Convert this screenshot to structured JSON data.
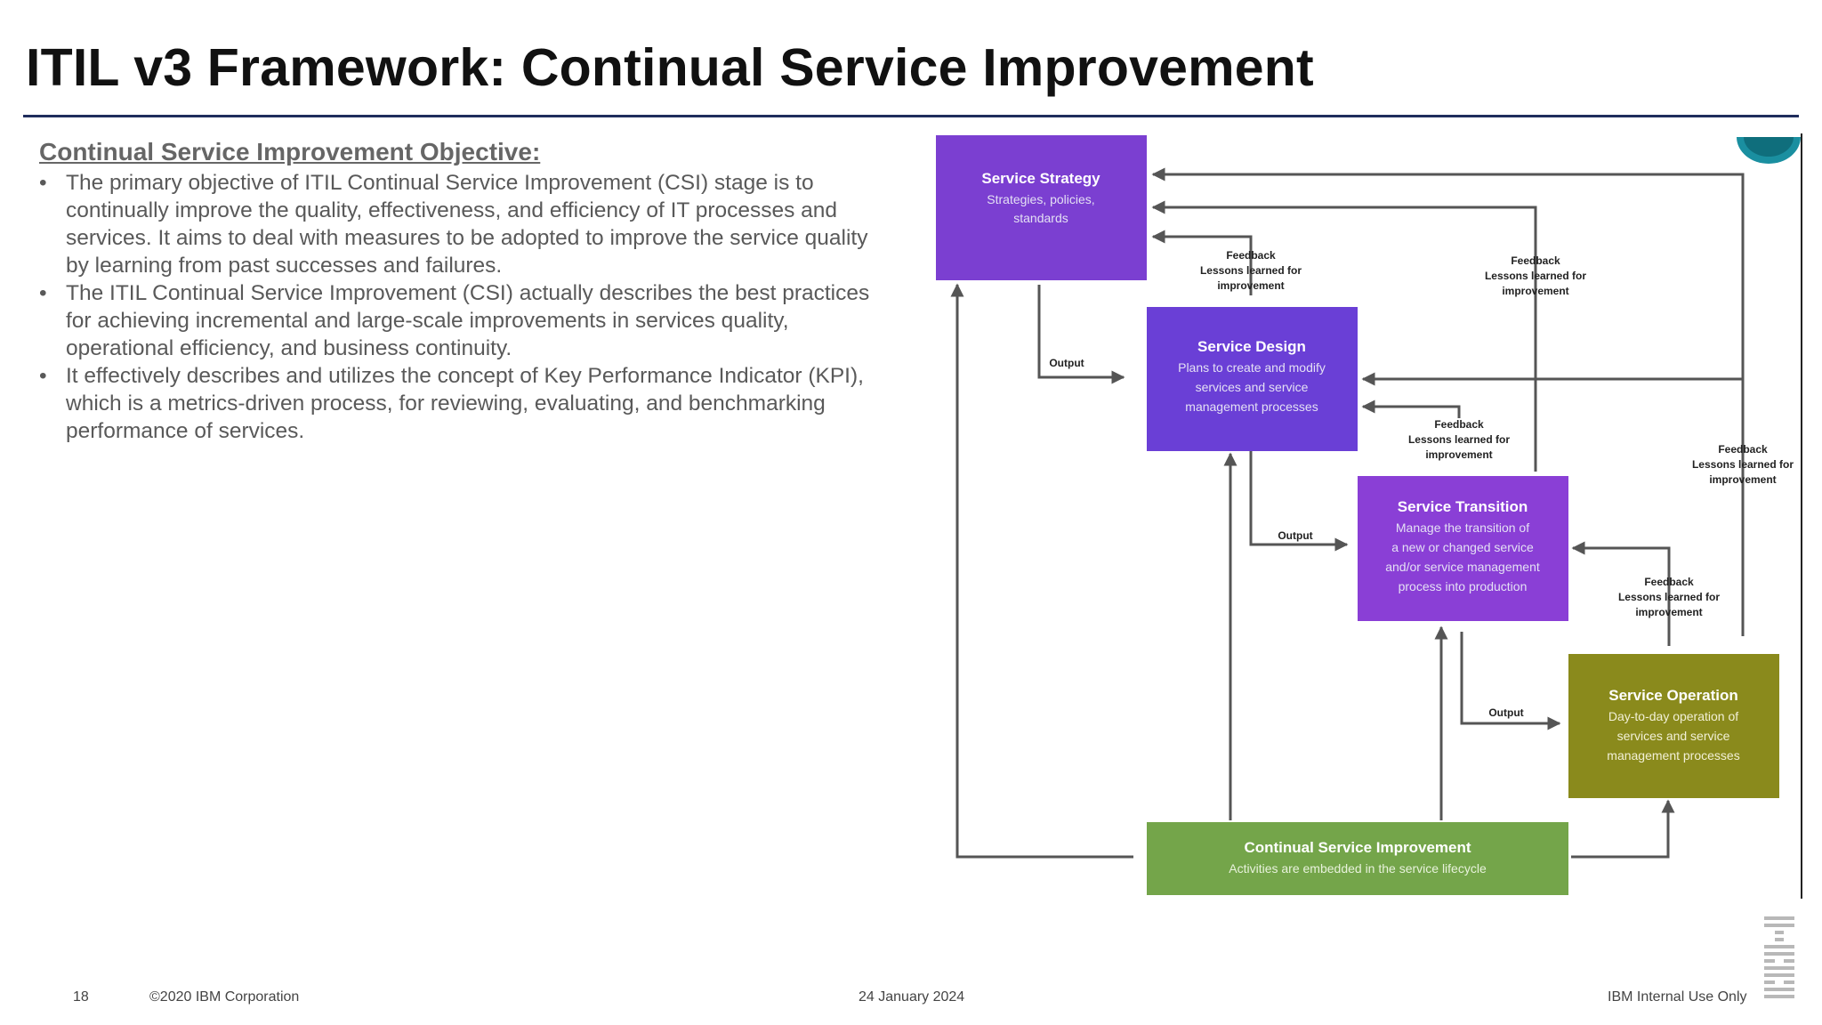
{
  "slide": {
    "title": "ITIL v3 Framework: Continual Service Improvement"
  },
  "objective": {
    "heading": "Continual Service Improvement Objective:",
    "bullet_marker": "•",
    "bullets": [
      "The primary objective of ITIL Continual Service Improvement (CSI) stage is to continually improve the quality, effectiveness, and efficiency of IT processes and services. It aims to deal with measures to be adopted to improve the service quality by learning from past successes and failures.",
      "The ITIL Continual Service Improvement (CSI) actually describes the best practices for achieving incremental and large-scale improvements in services quality, operational efficiency, and business continuity.",
      "It effectively describes and utilizes the concept of Key Performance Indicator (KPI), which is a metrics-driven process, for reviewing, evaluating, and benchmarking performance of services."
    ]
  },
  "diagram": {
    "colors": {
      "strategy": "#7b3fd1",
      "design": "#6a3fd6",
      "transition": "#8a3fd6",
      "operation": "#8a8a1c",
      "csi": "#74a54a",
      "line": "#555555"
    },
    "boxes": {
      "strategy": {
        "title": "Service Strategy",
        "lines": [
          "Strategies, policies,",
          "standards"
        ]
      },
      "design": {
        "title": "Service Design",
        "lines": [
          "Plans to create and modify",
          "services and service",
          "management processes"
        ]
      },
      "transition": {
        "title": "Service Transition",
        "lines": [
          "Manage the transition of",
          "a new or changed service",
          "and/or service management",
          "process into production"
        ]
      },
      "operation": {
        "title": "Service Operation",
        "lines": [
          "Day-to-day operation of",
          "services and service",
          "management processes"
        ]
      },
      "csi": {
        "title": "Continual Service Improvement",
        "lines": [
          "Activities are embedded in the service lifecycle"
        ]
      }
    },
    "output_label": "Output",
    "feedback": {
      "line1": "Feedback",
      "line2": "Lessons learned for",
      "line3": "improvement"
    }
  },
  "footer": {
    "page_number": "18",
    "copyright": "©2020 IBM Corporation",
    "date": "24 January 2024",
    "classification": "IBM Internal Use Only"
  },
  "icons": {
    "logo": "ibm-logo",
    "corner": "corner-badge-icon"
  }
}
